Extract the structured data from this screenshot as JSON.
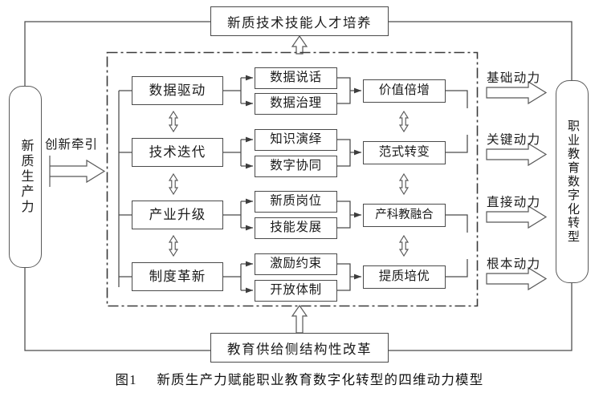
{
  "figure": {
    "caption_label": "图1",
    "caption_text": "新质生产力赋能职业教育数字化转型的四维动力模型"
  },
  "pillars": {
    "left": {
      "label": "新质生产力"
    },
    "right": {
      "label": "职业教育数字化转型"
    }
  },
  "bars": {
    "top": {
      "label": "新质技术技能人才培养"
    },
    "bottom": {
      "label": "教育供给侧结构性改革"
    }
  },
  "drive_label": {
    "label": "创新牵引"
  },
  "columns": {
    "dimension": [
      {
        "label": "数据驱动"
      },
      {
        "label": "技术迭代"
      },
      {
        "label": "产业升级"
      },
      {
        "label": "制度革新"
      }
    ],
    "mechanism": [
      {
        "label": "数据说话"
      },
      {
        "label": "数据治理"
      },
      {
        "label": "知识演绎"
      },
      {
        "label": "数字协同"
      },
      {
        "label": "新质岗位"
      },
      {
        "label": "技能发展"
      },
      {
        "label": "激励约束"
      },
      {
        "label": "开放体制"
      }
    ],
    "outcome": [
      {
        "label": "价值倍增"
      },
      {
        "label": "范式转变"
      },
      {
        "label": "产科教融合"
      },
      {
        "label": "提质培优"
      }
    ]
  },
  "force_labels": [
    {
      "label": "基础动力"
    },
    {
      "label": "关键动力"
    },
    {
      "label": "直接动力"
    },
    {
      "label": "根本动力"
    }
  ],
  "colors": {
    "stroke": "#4a4a4a",
    "dash_stroke": "#3a3a3a",
    "text": "#1b1b1b",
    "background": "#ffffff"
  }
}
